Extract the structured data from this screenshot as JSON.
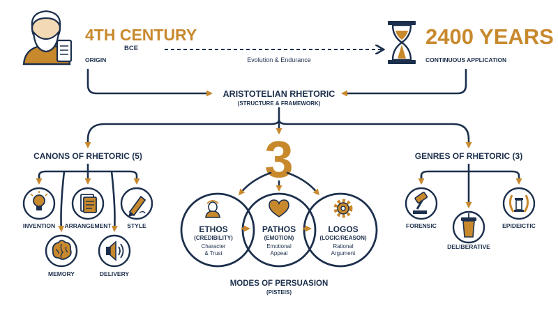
{
  "header": {
    "origin": {
      "century": "4TH CENTURY",
      "era": "BCE",
      "label": "ORIGIN"
    },
    "endurance": {
      "years": "2400 YEARS",
      "label": "CONTINUOUS APPLICATION"
    },
    "connector_label": "Evolution & Endurance"
  },
  "core": {
    "title": "ARISTOTELIAN RHETORIC",
    "subtitle": "(STRUCTURE & FRAMEWORK)"
  },
  "canons": {
    "title": "CANONS OF RHETORIC (5)",
    "items": [
      {
        "label": "INVENTION",
        "icon": "lightbulb-icon"
      },
      {
        "label": "ARRANGEMENT",
        "icon": "document-icon"
      },
      {
        "label": "STYLE",
        "icon": "pen-icon"
      },
      {
        "label": "MEMORY",
        "icon": "brain-icon"
      },
      {
        "label": "DELIVERY",
        "icon": "speaker-icon"
      }
    ]
  },
  "modes": {
    "number": "3",
    "title": "MODES OF PERSUASION",
    "subtitle": "(PISTEIS)",
    "items": [
      {
        "name": "ETHOS",
        "qualifier": "(CREDIBILITY)",
        "desc1": "Character",
        "desc2": "& Trust",
        "icon": "bust-icon"
      },
      {
        "name": "PATHOS",
        "qualifier": "(EMOTION)",
        "desc1": "Emotional",
        "desc2": "Appeal",
        "icon": "heart-icon"
      },
      {
        "name": "LOGOS",
        "qualifier": "(LOGIC/REASON)",
        "desc1": "Rational",
        "desc2": "Argument",
        "icon": "gear-icon"
      }
    ]
  },
  "genres": {
    "title": "GENRES OF RHETORIC (3)",
    "items": [
      {
        "label": "FORENSIC",
        "icon": "gavel-icon"
      },
      {
        "label": "DELIBERATIVE",
        "icon": "podium-icon"
      },
      {
        "label": "EPIDEICTIC",
        "icon": "laurel-icon"
      }
    ]
  },
  "colors": {
    "navy": "#1c2f4c",
    "gold": "#c8892d",
    "background": "#ffffff"
  }
}
